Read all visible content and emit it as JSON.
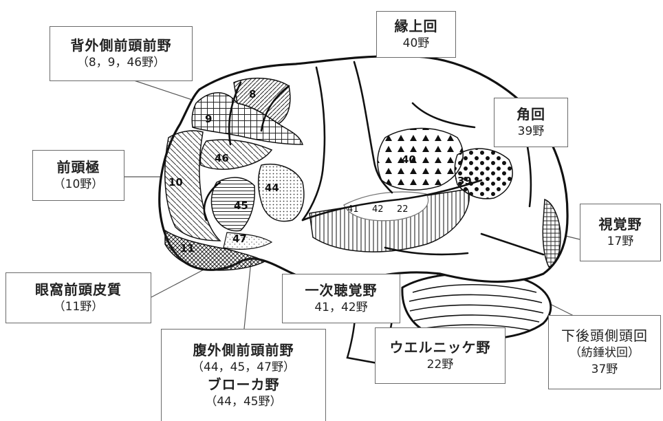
{
  "colors": {
    "outline": "#111111",
    "leader_line": "#555555",
    "box_border": "#6a6a6a"
  },
  "labels": {
    "dlpfc": {
      "title": "背外側前頭前野",
      "sub": "（8，9，46野）"
    },
    "supramarginal": {
      "title": "縁上回",
      "sub": "40野"
    },
    "angular": {
      "title": "角回",
      "sub": "39野"
    },
    "frontal_pole": {
      "title": "前頭極",
      "sub": "（10野）"
    },
    "visual": {
      "title": "視覚野",
      "sub": "17野"
    },
    "ofc": {
      "title": "眼窩前頭皮質",
      "sub": "（11野）"
    },
    "auditory": {
      "title": "一次聴覚野",
      "sub": "41，42野"
    },
    "itg": {
      "title": "下後頭側頭回",
      "sub1": "（紡錘状回）",
      "sub2": "37野"
    },
    "wernicke": {
      "title": "ウエルニッケ野",
      "sub": "22野"
    },
    "vlpfc": {
      "title": "腹外側前頭前野",
      "sub": "（44，45，47野）",
      "title2": "ブローカ野",
      "sub2": "（44，45野）"
    }
  },
  "area_numbers": {
    "a8": "8",
    "a9": "9",
    "a46": "46",
    "a10": "10",
    "a44": "44",
    "a45": "45",
    "a47": "47",
    "a11": "11",
    "a40": "40",
    "a39": "39",
    "a41": "41",
    "a42": "42",
    "a22": "22"
  }
}
